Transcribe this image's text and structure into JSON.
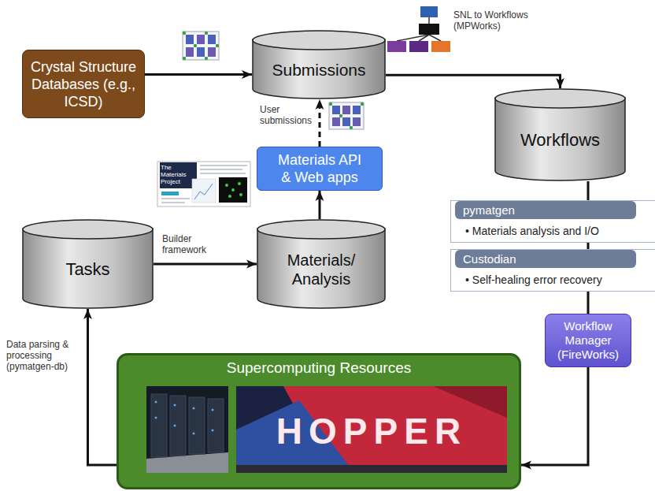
{
  "diagram": {
    "nodes": [
      {
        "text": [
          "Crystal Structure Databases (e.g., ICSD)"
        ]
      },
      {
        "text": [
          "Submissions"
        ]
      },
      {
        "text": [
          "Workflows"
        ]
      },
      {
        "text": [
          "Materials API & Web apps"
        ]
      },
      {
        "text": [
          "pymatgen",
          "• Materials analysis and I/O"
        ]
      },
      {
        "text": [
          "Custodian",
          "• Self-healing error recovery"
        ]
      },
      {
        "text": [
          "Tasks"
        ]
      },
      {
        "text": [
          "Materials/ Analysis"
        ]
      },
      {
        "text": [
          "Workflow Manager (FireWorks)"
        ]
      },
      {
        "text": [
          "Supercomputing Resources"
        ]
      }
    ],
    "edges": [
      {
        "from": 0,
        "to": 1,
        "arrow": "to"
      },
      {
        "from": 1,
        "to": 2,
        "arrow": "to",
        "label": "SNL to Workflows (MPWorks)"
      },
      {
        "from": 2,
        "to": 8,
        "arrow": "none"
      },
      {
        "from": 8,
        "to": 9,
        "arrow": "to"
      },
      {
        "from": 9,
        "to": 6,
        "arrow": "to",
        "label": "Data parsing & processing (pymatgen-db)"
      },
      {
        "from": 6,
        "to": 7,
        "arrow": "to",
        "label": "Builder framework"
      },
      {
        "from": 7,
        "to": 3,
        "arrow": "to"
      },
      {
        "from": 3,
        "to": 1,
        "arrow": "to",
        "label": "User submissions"
      }
    ],
    "labels": [
      "The Materials Project",
      "HOPPER"
    ]
  }
}
